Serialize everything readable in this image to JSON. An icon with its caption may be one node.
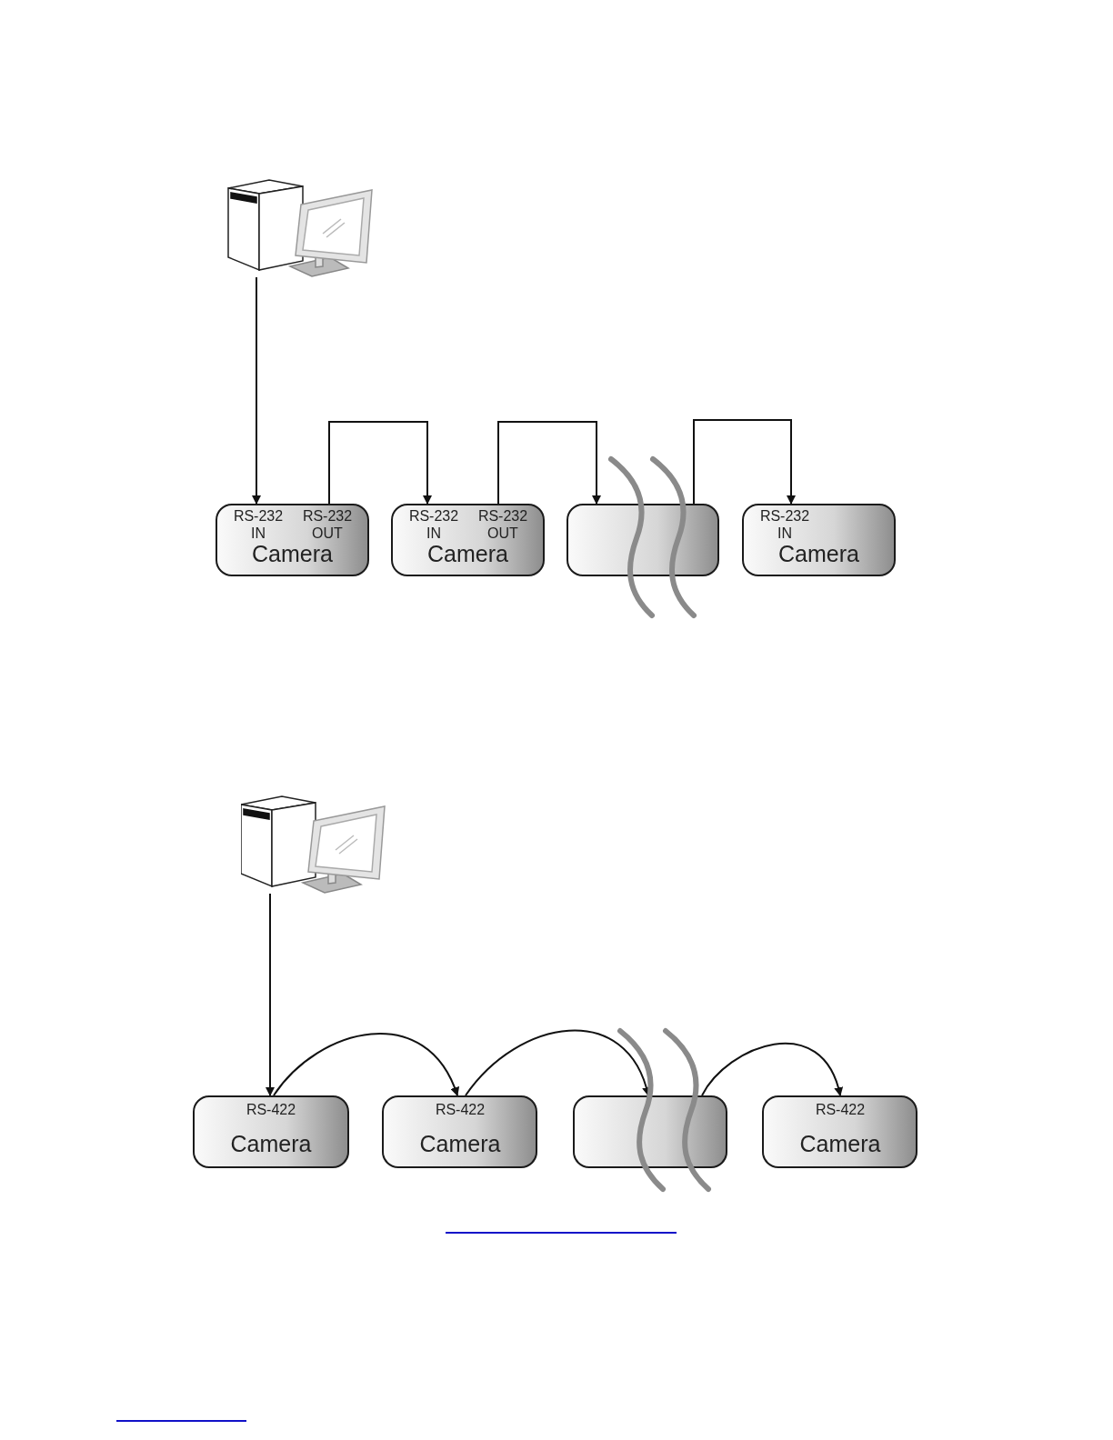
{
  "diagram": {
    "nodes": [
      {
        "text": [],
        "shape": "picture"
      },
      {
        "text": [
          "RS-232 IN",
          "RS-232 OUT",
          "Camera"
        ]
      },
      {
        "text": [
          "RS-232 IN",
          "RS-232 OUT",
          "Camera"
        ]
      },
      {
        "text": [],
        "shape": "box"
      },
      {
        "text": [
          "RS-232 IN",
          "Camera"
        ]
      },
      {
        "text": [],
        "shape": "picture"
      },
      {
        "text": [
          "RS-422",
          "Camera"
        ]
      },
      {
        "text": [
          "RS-422",
          "Camera"
        ]
      },
      {
        "text": [],
        "shape": "box"
      },
      {
        "text": [
          "RS-422",
          "Camera"
        ]
      }
    ],
    "edges": [
      {
        "from": 0,
        "to": 1,
        "arrow": "to"
      },
      {
        "from": 1,
        "to": 2,
        "arrow": "to"
      },
      {
        "from": 2,
        "to": 3,
        "arrow": "to"
      },
      {
        "from": 3,
        "to": 4,
        "arrow": "to"
      },
      {
        "from": 5,
        "to": 6,
        "arrow": "to"
      },
      {
        "from": 6,
        "to": 7,
        "arrow": "to"
      },
      {
        "from": 7,
        "to": 8,
        "arrow": "to"
      },
      {
        "from": 8,
        "to": 9,
        "arrow": "to"
      }
    ]
  }
}
